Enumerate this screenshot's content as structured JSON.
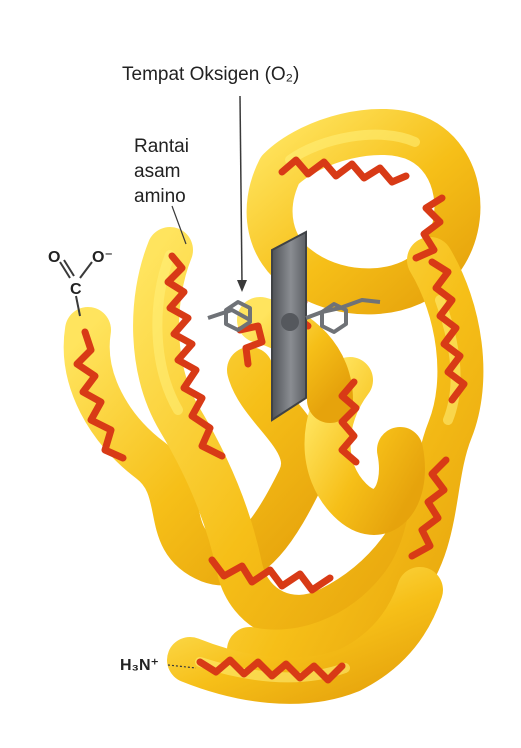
{
  "labels": {
    "oxygen_site": "Tempat Oksigen (O₂)",
    "amino_chain_line1": "Rantai",
    "amino_chain_line2": "asam",
    "amino_chain_line3": "amino",
    "carboxyl_o_left": "O",
    "carboxyl_o_right": "O⁻",
    "carboxyl_c": "C",
    "amine_group": "H₃N⁺"
  },
  "colors": {
    "tube_fill": "#f7c21b",
    "tube_highlight": "#ffe35a",
    "chain": "#d83a16",
    "heme": "#6f7277",
    "text": "#222222"
  }
}
